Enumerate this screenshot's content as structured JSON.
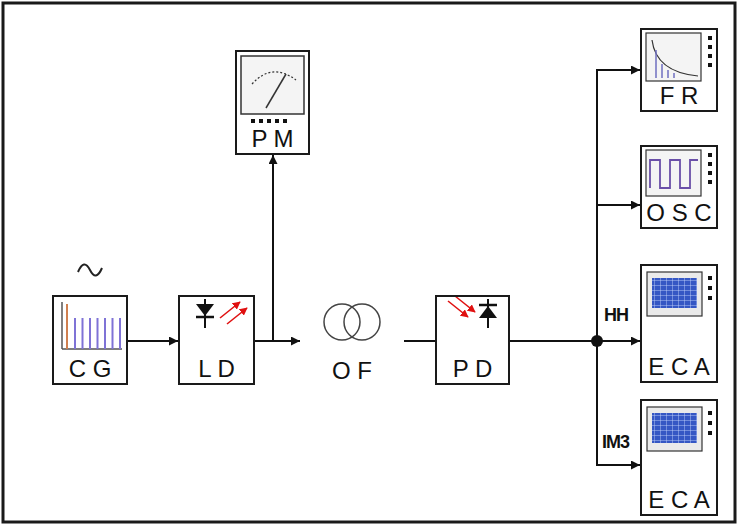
{
  "diagram": {
    "nodes": [
      {
        "text": [
          "C G"
        ]
      },
      {
        "text": [
          "L D"
        ]
      },
      {
        "text": [
          "P M"
        ]
      },
      {
        "text": [
          "O F"
        ]
      },
      {
        "text": [
          "P D"
        ]
      },
      {
        "text": [
          "F R"
        ]
      },
      {
        "text": [
          "O S C"
        ]
      },
      {
        "text": [
          "E C A"
        ]
      },
      {
        "text": [
          "E C A"
        ]
      }
    ],
    "edges": [
      {
        "from": 0,
        "to": 1,
        "arrow": "to"
      },
      {
        "from": 1,
        "to": 2,
        "arrow": "to"
      },
      {
        "from": 1,
        "to": 3,
        "arrow": "to"
      },
      {
        "from": 3,
        "to": 4,
        "arrow": "none"
      },
      {
        "from": 4,
        "to": 5,
        "arrow": "to"
      },
      {
        "from": 4,
        "to": 6,
        "arrow": "to"
      },
      {
        "from": 4,
        "to": 7,
        "arrow": "to"
      },
      {
        "from": 4,
        "to": 8,
        "arrow": "to"
      }
    ],
    "labels": [
      "HH",
      "IM3"
    ]
  }
}
